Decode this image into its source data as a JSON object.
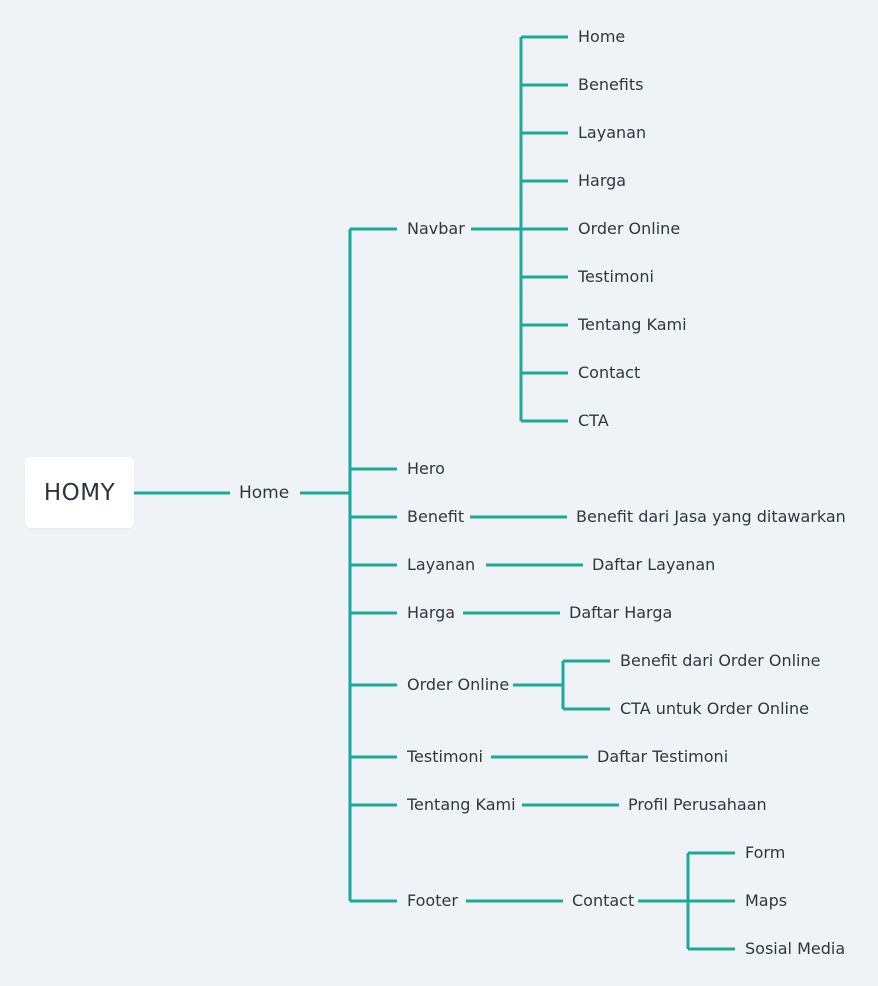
{
  "colors": {
    "line": "#1aa99c",
    "background": "#eff3f6",
    "text": "#2d3744"
  },
  "root": {
    "label": "HOMY"
  },
  "home": {
    "label": "Home"
  },
  "navbar": {
    "label": "Navbar",
    "items": [
      "Home",
      "Benefits",
      "Layanan",
      "Harga",
      "Order Online",
      "Testimoni",
      "Tentang Kami",
      "Contact",
      "CTA"
    ]
  },
  "hero": {
    "label": "Hero"
  },
  "benefit": {
    "label": "Benefit",
    "child": "Benefit dari Jasa yang ditawarkan"
  },
  "layanan": {
    "label": "Layanan",
    "child": "Daftar Layanan"
  },
  "harga": {
    "label": "Harga",
    "child": "Daftar Harga"
  },
  "order_online": {
    "label": "Order Online",
    "children": [
      "Benefit dari Order Online",
      "CTA untuk Order Online"
    ]
  },
  "testimoni": {
    "label": "Testimoni",
    "child": "Daftar Testimoni"
  },
  "tentang_kami": {
    "label": "Tentang Kami",
    "child": "Profil Perusahaan"
  },
  "footer": {
    "label": "Footer",
    "contact": {
      "label": "Contact",
      "children": [
        "Form",
        "Maps",
        "Sosial Media"
      ]
    }
  }
}
